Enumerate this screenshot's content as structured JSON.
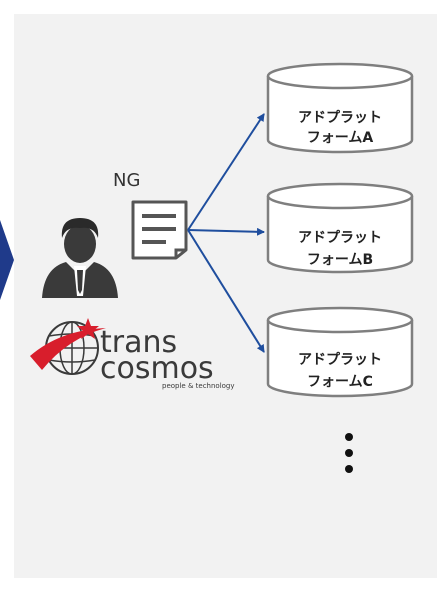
{
  "ng_label": "NG",
  "logo": {
    "word1": "trans",
    "word2": "cosmos",
    "tagline": "people & technology"
  },
  "platforms": [
    {
      "line1": "アドプラット",
      "line2": "フォームA"
    },
    {
      "line1": "アドプラット",
      "line2": "フォームB"
    },
    {
      "line1": "アドプラット",
      "line2": "フォームC"
    }
  ],
  "colors": {
    "panel": "#f2f2f2",
    "arrow": "#1f4e9e",
    "cylinder_stroke": "#7f7f7f",
    "person": "#3a3a3a",
    "logo_red": "#d81e2c",
    "logo_dark": "#3a3a3a"
  },
  "icons": {
    "person": "person-icon",
    "document": "document-icon",
    "logo_globe": "globe-icon"
  }
}
